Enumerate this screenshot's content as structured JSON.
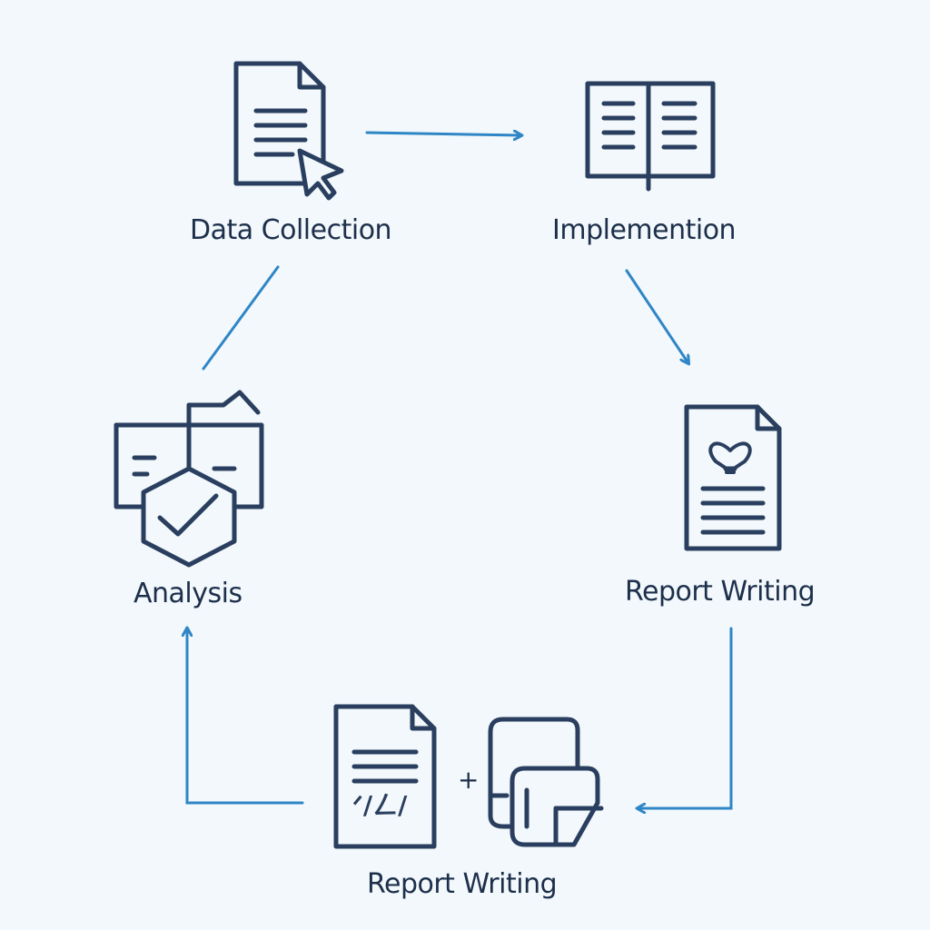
{
  "diagram": {
    "colors": {
      "background": "#f2f8fb",
      "icon_stroke": "#2a3f5f",
      "label_text": "#1d2f4b",
      "arrow": "#2f86c6"
    },
    "nodes": [
      {
        "id": "data-collection",
        "label": "Data Collection",
        "icon": "document-cursor-icon"
      },
      {
        "id": "implementation",
        "label": "Implemention",
        "icon": "open-book-icon"
      },
      {
        "id": "report-writing-right",
        "label": "Report Writing",
        "icon": "document-lightbulb-icon"
      },
      {
        "id": "report-writing-bottom",
        "label": "Report Writing",
        "icon": "documents-copy-icon"
      },
      {
        "id": "analysis",
        "label": "Analysis",
        "icon": "hexagon-check-icon"
      }
    ],
    "bottom_plus_glyph": "+",
    "bottom_doc_scribble": "ᐟ/ㄥ/"
  }
}
